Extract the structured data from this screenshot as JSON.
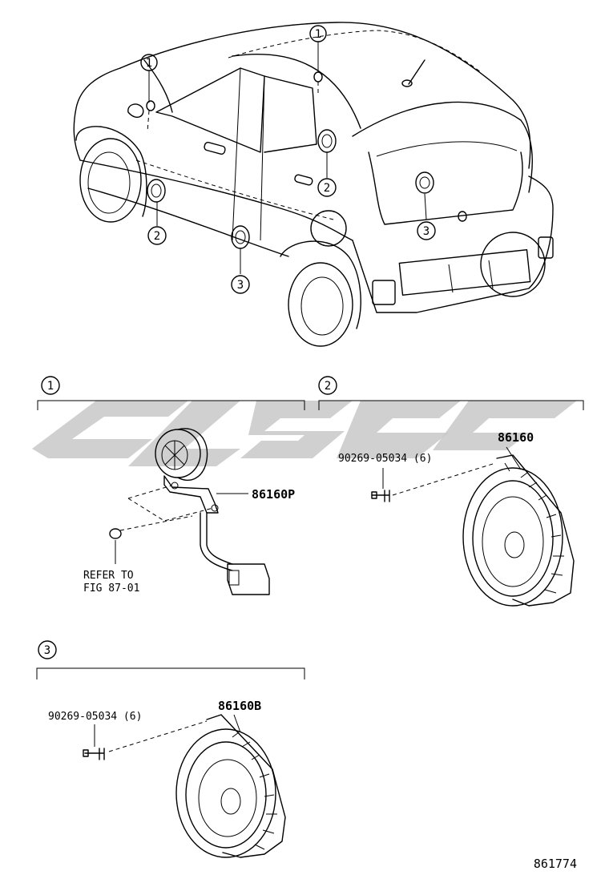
{
  "callouts": {
    "one": "1",
    "two": "2",
    "three": "3"
  },
  "section1": {
    "part_number": "86160P",
    "note_line1": "REFER TO",
    "note_line2": "FIG 87-01"
  },
  "section2": {
    "part_number": "86160",
    "bolt_label": "90269-05034 (6)"
  },
  "section3": {
    "part_number": "86160B",
    "bolt_label": "90269-05034 (6)"
  },
  "illustration_id": "861774"
}
